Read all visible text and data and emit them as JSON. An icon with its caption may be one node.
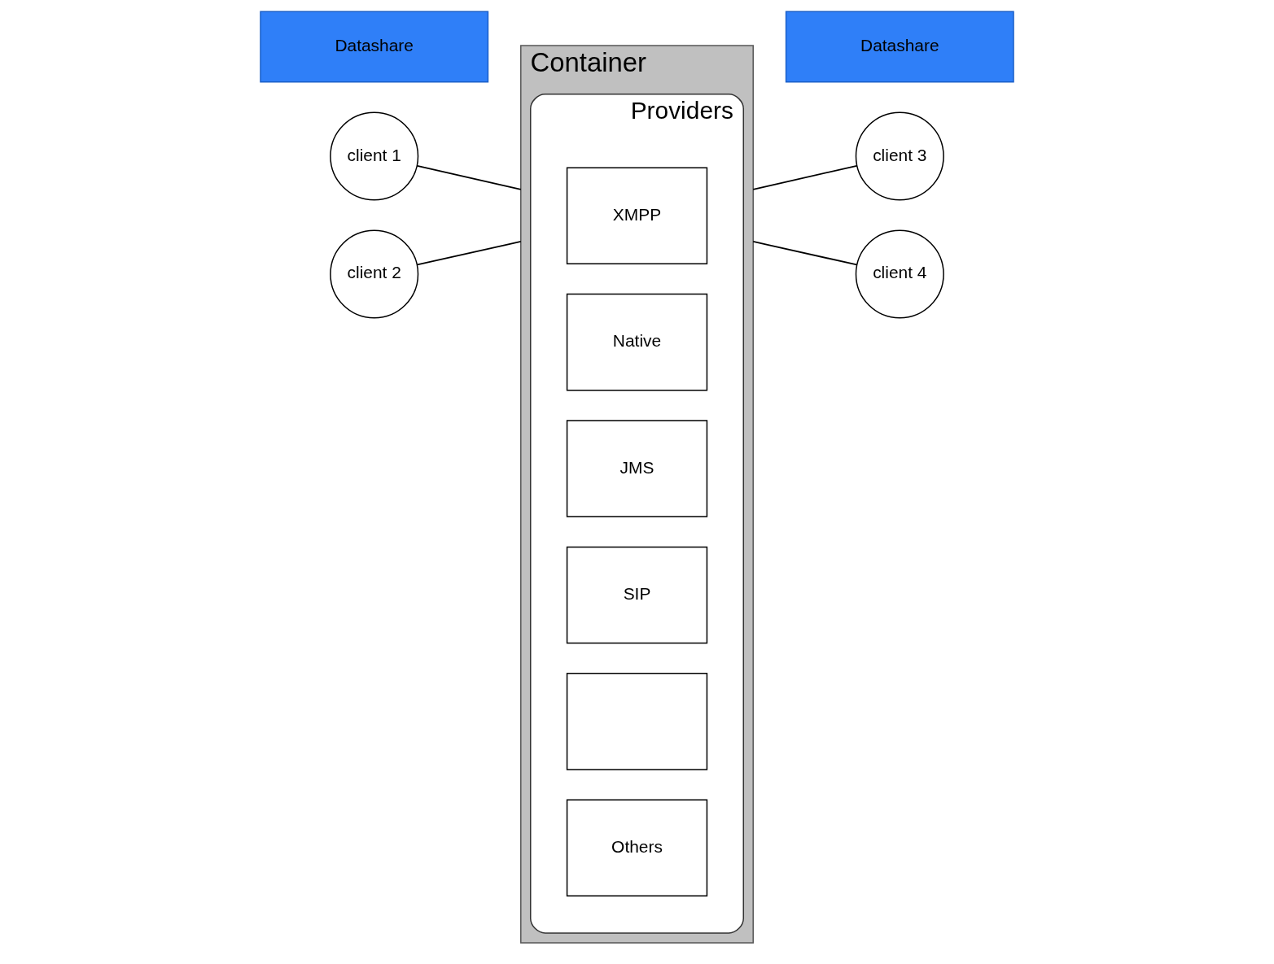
{
  "diagram": {
    "nodes": [
      {
        "text": [
          "Container"
        ]
      },
      {
        "text": [
          "Providers"
        ],
        "in": 0
      },
      {
        "text": [
          "XMPP"
        ],
        "in": 1
      },
      {
        "text": [
          "Native"
        ],
        "in": 1
      },
      {
        "text": [
          "JMS"
        ],
        "in": 1
      },
      {
        "text": [
          "SIP"
        ],
        "in": 1
      },
      {
        "text": [],
        "shape": "box",
        "in": 1
      },
      {
        "text": [
          "Others"
        ],
        "in": 1
      },
      {
        "text": [
          "Datashare"
        ]
      },
      {
        "text": [
          "Datashare"
        ]
      },
      {
        "text": [
          "client 1"
        ]
      },
      {
        "text": [
          "client 2"
        ]
      },
      {
        "text": [
          "client 3"
        ]
      },
      {
        "text": [
          "client 4"
        ]
      }
    ],
    "edges": [
      {
        "from": 10,
        "to": 0,
        "arrow": "none"
      },
      {
        "from": 11,
        "to": 0,
        "arrow": "none"
      },
      {
        "from": 0,
        "to": 12,
        "arrow": "none"
      },
      {
        "from": 0,
        "to": 13,
        "arrow": "none"
      }
    ]
  }
}
